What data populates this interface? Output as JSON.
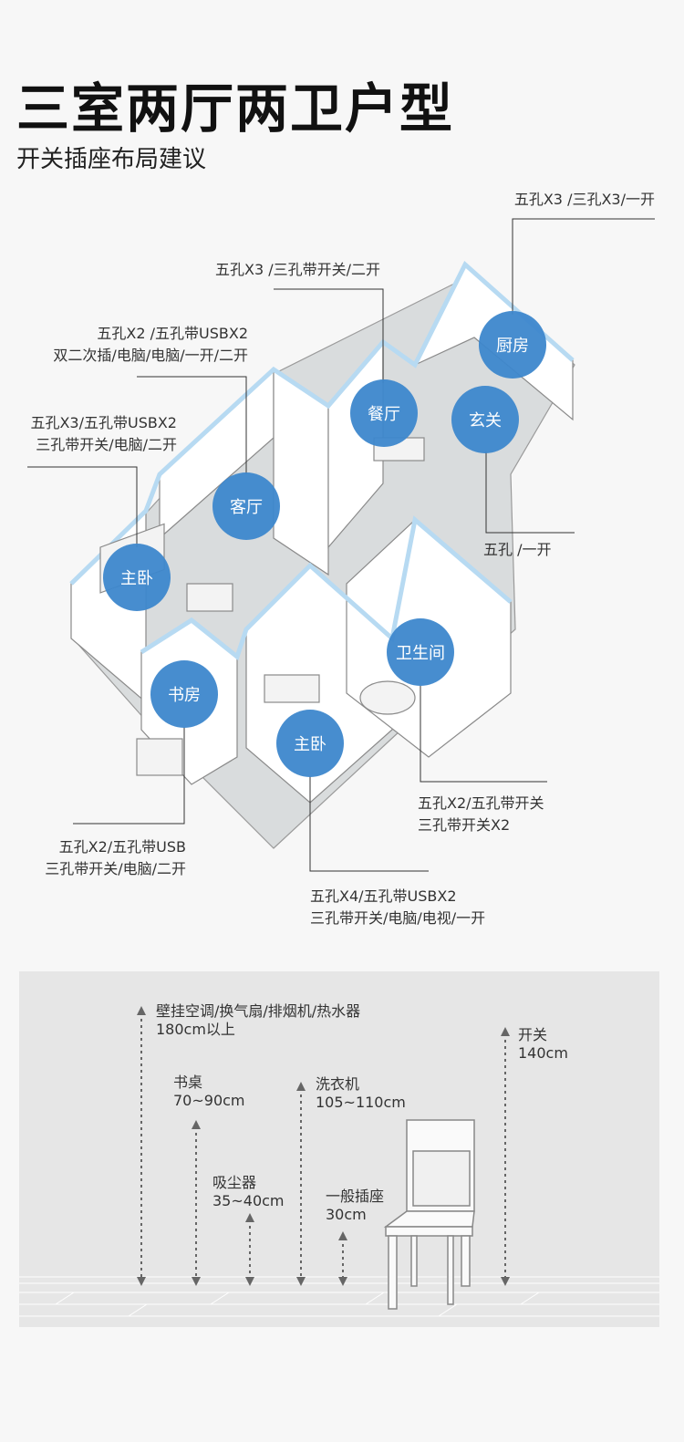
{
  "title": "三室两厅两卫户型",
  "subtitle": "开关插座布局建议",
  "colors": {
    "room_bubble": "#3d87cc",
    "bubble_text": "#ffffff",
    "wall_accent": "#b7daf2",
    "floor": "#d9dcdd",
    "panel_bg": "#e6e6e6"
  },
  "rooms": [
    {
      "name": "厨房"
    },
    {
      "name": "餐厅"
    },
    {
      "name": "玄关"
    },
    {
      "name": "客厅"
    },
    {
      "name": "主卧"
    },
    {
      "name": "卫生间"
    },
    {
      "name": "书房"
    },
    {
      "name": "主卧"
    }
  ],
  "callouts": [
    {
      "lines": [
        "五孔X3 /三孔X3/一开"
      ]
    },
    {
      "lines": [
        "五孔X3 /三孔带开关/二开"
      ]
    },
    {
      "lines": [
        "五孔X2 /五孔带USBX2",
        "双二次插/电脑/电脑/一开/二开"
      ]
    },
    {
      "lines": [
        "五孔X3/五孔带USBX2",
        "三孔带开关/电脑/二开"
      ]
    },
    {
      "lines": [
        "五孔 /一开"
      ]
    },
    {
      "lines": [
        "五孔X2/五孔带开关",
        "三孔带开关X2"
      ]
    },
    {
      "lines": [
        "五孔X2/五孔带USB",
        "三孔带开关/电脑/二开"
      ]
    },
    {
      "lines": [
        "五孔X4/五孔带USBX2",
        "三孔带开关/电脑/电视/一开"
      ]
    }
  ],
  "heights": [
    {
      "name": "壁挂空调/换气扇/排烟机/热水器",
      "value": "180cm以上"
    },
    {
      "name": "书桌",
      "value": "70~90cm"
    },
    {
      "name": "吸尘器",
      "value": "35~40cm"
    },
    {
      "name": "洗衣机",
      "value": "105~110cm"
    },
    {
      "name": "一般插座",
      "value": "30cm"
    },
    {
      "name": "开关",
      "value": "140cm"
    }
  ]
}
